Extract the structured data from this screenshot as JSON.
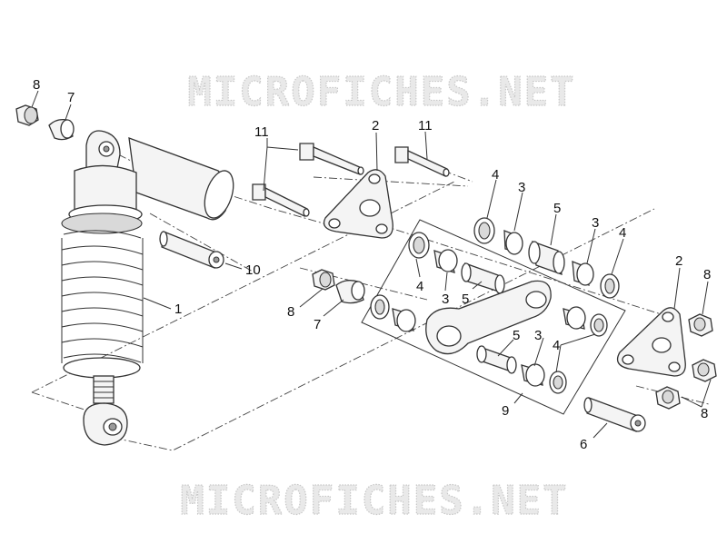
{
  "watermark": {
    "top": "MICROFICHES.NET",
    "bottom": "MICROFICHES.NET"
  },
  "labels": [
    {
      "id": "lbl-8a",
      "text": "8"
    },
    {
      "id": "lbl-7a",
      "text": "7"
    },
    {
      "id": "lbl-11a",
      "text": "11"
    },
    {
      "id": "lbl-2a",
      "text": "2"
    },
    {
      "id": "lbl-11b",
      "text": "11"
    },
    {
      "id": "lbl-4a",
      "text": "4"
    },
    {
      "id": "lbl-3a",
      "text": "3"
    },
    {
      "id": "lbl-5a",
      "text": "5"
    },
    {
      "id": "lbl-3b",
      "text": "3"
    },
    {
      "id": "lbl-4b",
      "text": "4"
    },
    {
      "id": "lbl-2b",
      "text": "2"
    },
    {
      "id": "lbl-8b",
      "text": "8"
    },
    {
      "id": "lbl-10",
      "text": "10"
    },
    {
      "id": "lbl-1",
      "text": "1"
    },
    {
      "id": "lbl-4c",
      "text": "4"
    },
    {
      "id": "lbl-3c",
      "text": "3"
    },
    {
      "id": "lbl-5b",
      "text": "5"
    },
    {
      "id": "lbl-8c",
      "text": "8"
    },
    {
      "id": "lbl-7b",
      "text": "7"
    },
    {
      "id": "lbl-5c",
      "text": "5"
    },
    {
      "id": "lbl-3d",
      "text": "3"
    },
    {
      "id": "lbl-4d",
      "text": "4"
    },
    {
      "id": "lbl-9",
      "text": "9"
    },
    {
      "id": "lbl-8d",
      "text": "8"
    },
    {
      "id": "lbl-6",
      "text": "6"
    }
  ]
}
